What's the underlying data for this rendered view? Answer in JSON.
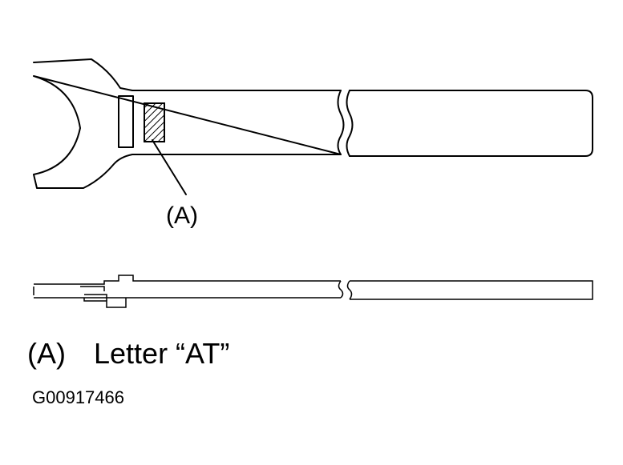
{
  "diagram": {
    "callout_label": "(A)",
    "legend": {
      "key": "(A)",
      "text": "Letter “AT”"
    },
    "figure_id": "G00917466"
  }
}
